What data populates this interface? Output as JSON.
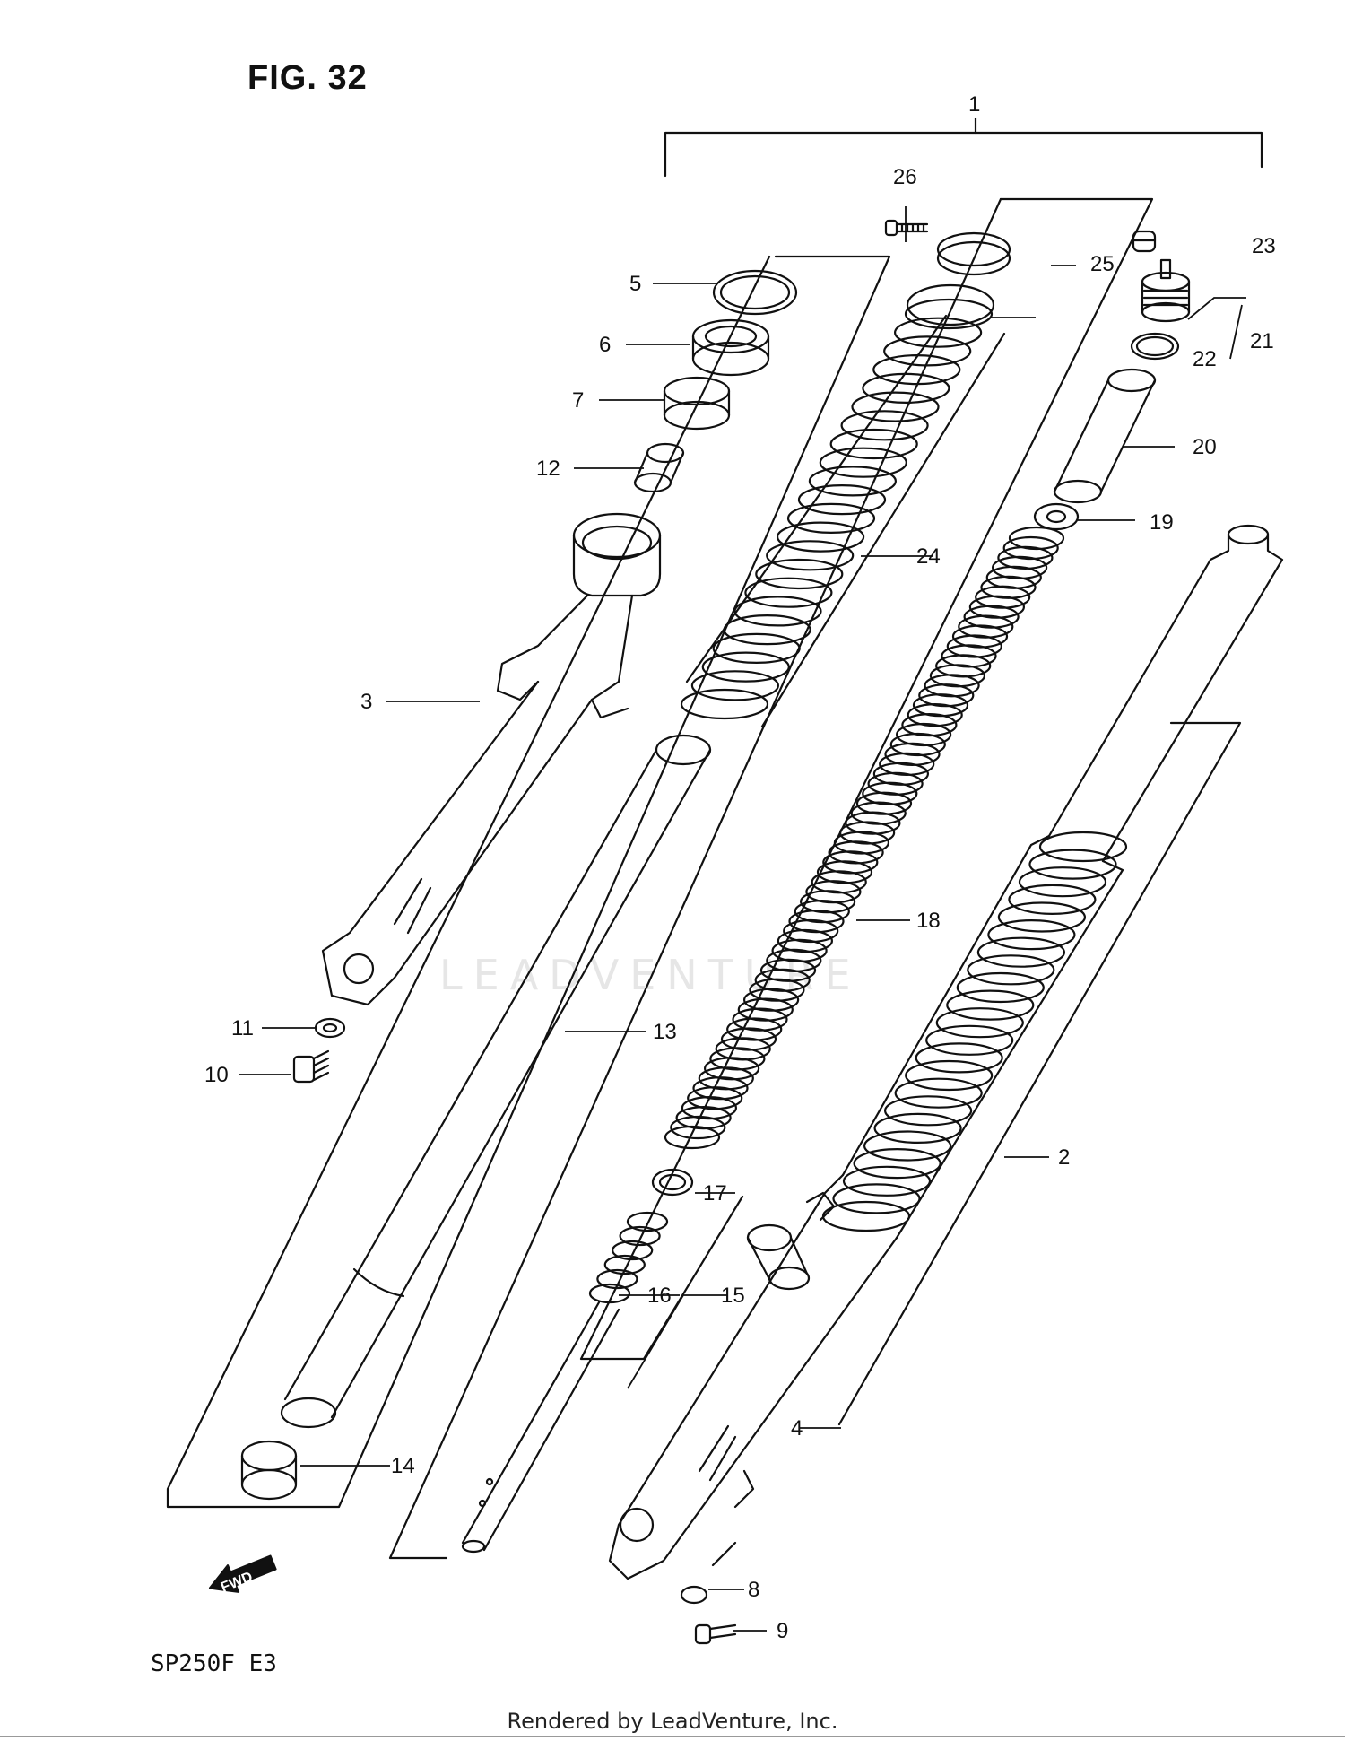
{
  "figure": {
    "title": "FIG. 32",
    "model_code": "SP250F  E3",
    "footer": "Rendered by LeadVenture, Inc.",
    "watermark": "LEADVENTURE",
    "fwd_label": "FWD"
  },
  "callouts": [
    {
      "id": "1",
      "text": "1"
    },
    {
      "id": "2",
      "text": "2"
    },
    {
      "id": "3",
      "text": "3"
    },
    {
      "id": "4",
      "text": "4"
    },
    {
      "id": "5",
      "text": "5"
    },
    {
      "id": "6",
      "text": "6"
    },
    {
      "id": "7",
      "text": "7"
    },
    {
      "id": "8",
      "text": "8"
    },
    {
      "id": "9",
      "text": "9"
    },
    {
      "id": "10",
      "text": "10"
    },
    {
      "id": "11",
      "text": "11"
    },
    {
      "id": "12",
      "text": "12"
    },
    {
      "id": "13",
      "text": "13"
    },
    {
      "id": "14",
      "text": "14"
    },
    {
      "id": "15",
      "text": "15"
    },
    {
      "id": "16",
      "text": "16"
    },
    {
      "id": "17",
      "text": "17"
    },
    {
      "id": "18",
      "text": "18"
    },
    {
      "id": "19",
      "text": "19"
    },
    {
      "id": "20",
      "text": "20"
    },
    {
      "id": "21",
      "text": "21"
    },
    {
      "id": "22",
      "text": "22"
    },
    {
      "id": "23",
      "text": "23"
    },
    {
      "id": "24",
      "text": "24"
    },
    {
      "id": "25",
      "text": "25"
    },
    {
      "id": "26",
      "text": "26"
    }
  ]
}
